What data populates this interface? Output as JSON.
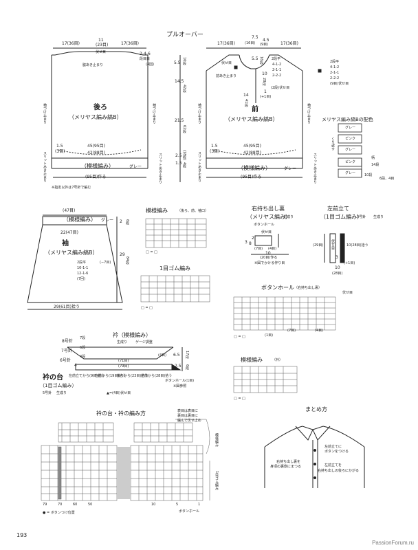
{
  "title": "プルオーバー",
  "back": {
    "w_left": "17(36目)",
    "w_mid": "11",
    "w_mid2": "(23目)",
    "w_right": "17(36目)",
    "fuse": "伏せ目",
    "shoulder_dec": "2-4-6",
    "shoulder_dec2": "段目目",
    "shoulder_dec3": "(4回)",
    "measure_55": "5.5",
    "measure_16": "16段",
    "measure_145": "14.5",
    "measure_42": "42段",
    "measure_215": "21.5",
    "measure_62": "62段",
    "measure_25": "2.5",
    "measure_18": "(18段)",
    "measure_15b": "1.5",
    "measure_4b": "4段",
    "seam_mark": "脇あき止まり",
    "side_mark_l": "袖つけ止まり",
    "side_mark_r": "袖つけ止まり",
    "title": "後ろ",
    "subtitle": "（メリヤス編み縞B）",
    "hem_15": "1.5",
    "hem_3": "(3目)",
    "hem_45": "45(95目)",
    "hem_42": "42(88目)",
    "slit_l": "スリットあき止まり",
    "slit_r": "スリットあき止まり",
    "rib": "（模様編み）",
    "rib_color": "グレー",
    "total": "(95目)作る",
    "note": "※指定以外は7号針で編む"
  },
  "front": {
    "w_left": "17(36目)",
    "w_75": "7.5",
    "w_16": "(16目)",
    "w_45": "4.5",
    "w_9": "(9目)",
    "w_right": "17(36目)",
    "neck_55": "5.5",
    "neck_16": "16段",
    "neck_10": "10",
    "neck_28": "28段",
    "neck_dec": "2段平",
    "neck_dec2": "4-1-2",
    "neck_dec3": "2-1-1",
    "neck_dec4": "2-2-2",
    "neck_dec5": "(2段)伏せ目",
    "neck_14": "14",
    "neck_41": "41段",
    "neck_l": "1",
    "neck_l2": "(+1目)",
    "btn_hole": "前あき止まり",
    "fuse": "伏せ目",
    "shoulder_legend": "2段平",
    "shoulder_legend2": "4-1-2",
    "shoulder_legend3": "2-1-1",
    "shoulder_legend4": "2-2-2",
    "shoulder_legend5": "(9目)伏せ目",
    "title": "前",
    "subtitle": "（メリヤス編み縞B）",
    "hem_15": "1.5",
    "hem_3": "(3目)",
    "hem_45": "45(95目)",
    "hem_42": "42(88目)",
    "rib": "（模様編み）",
    "rib_color": "グレー",
    "total": "(95目)作る",
    "side_mark_l": "袖つけ止まり",
    "side_mark_r": "袖つけ止まり",
    "slit_l": "スリットあき止まり",
    "slit_r": "スリットあき止まり"
  },
  "stripe": {
    "title": "メリヤス編み縞Bの配色",
    "rows": [
      "グレー",
      "ピンク",
      "グレー",
      "ピンク",
      "グレー"
    ],
    "side": "くり返す",
    "note_14": "14段",
    "note_10": "10段",
    "note_2": "2段",
    "label_pat": "柄",
    "note_end": "6段、4目"
  },
  "sleeve": {
    "w": "(47目)",
    "rib": "（模様編み）",
    "rib_color": "グレー",
    "w_inner": "22(47目)",
    "title": "袖",
    "subtitle": "（メリヤス編み縞B）",
    "m_2": "2",
    "m_6": "6段",
    "m_29": "29",
    "m_84": "84段",
    "m_78": "(−7目)",
    "inc1": "2段平",
    "inc2": "10-1-1",
    "inc3": "12-1-6",
    "inc4": "(7回)",
    "bottom": "29(61目)拾う"
  },
  "pattern1": {
    "title": "模様編み",
    "sub": "（後ろ、前、袖口）",
    "legend": "□ = □"
  },
  "rib1": {
    "title": "1目ゴム編み",
    "legend": "□ = □"
  },
  "placket_r": {
    "title": "右持ち出し裏",
    "sub": "（メリヤス編み）",
    "color": "生成り",
    "btn": "ボタンホール",
    "fuse": "伏せ目",
    "m_2": "2",
    "m_3": "3",
    "m_8": "8",
    "w1": "(7目)",
    "w2": "(4目)",
    "w3": "(20目)作る",
    "w_10": "10",
    "note": "※図でかける作り目"
  },
  "placket_l": {
    "title": "左前立て",
    "sub": "（1目ゴム編み）",
    "needle": "5号針",
    "color": "生成り",
    "fuse": "伏せ目",
    "m_29": "(29目)",
    "m_10": "10(28目)拾う",
    "m_3": "3",
    "m_10b": "10",
    "m_1": "(+1目)",
    "m_28": "(28目)"
  },
  "buttonhole": {
    "title": "ボタンホール",
    "sub": "（右持ち出し裏）",
    "fuse": "伏せ目",
    "r1": "(1目)",
    "r7": "(7目)",
    "r4": "(4目)",
    "legend": "□ = □"
  },
  "collar": {
    "title": "衿（模様編み）",
    "color": "生成り",
    "gauge": "ゲージ調整",
    "n8": "8号針",
    "n7": "7号針",
    "n6": "6号針",
    "s7": "7段",
    "s6": "6段",
    "s4": "4段",
    "s4b": "4",
    "m_65": "6.5",
    "m_17": "17段",
    "m_4": "(4目)",
    "w_71": "(71目)",
    "w_79": "(79目)",
    "base_title": "衿の台",
    "base_sub": "（1目ゴム編み）",
    "base_needle": "5号針",
    "base_color": "生成り",
    "m_25": "2.5",
    "m_6": "6段",
    "m_1": "1",
    "p1": "左前立てから(9目)拾う",
    "p2": "左前から(19目)拾う",
    "p3": "後ろから(23目)拾う",
    "p4": "右前から(28目)拾う",
    "btnhole": "ボタンホール(1目)",
    "ref": "※図参照",
    "fuse": "▲=(4目)伏せ目"
  },
  "pattern2": {
    "title": "模様編み",
    "sub": "（衿）",
    "legend": "□ = □"
  },
  "collar_knit": {
    "title": "衿の台・衿の編み方",
    "note1": "表目は表目に",
    "note2": "裏目は裏目に",
    "note3": "編んで伏せ止め",
    "label_pat": "模様編み",
    "label_rib": "1目ゴム編み",
    "col": [
      "79",
      "70",
      "60",
      "50"
    ],
    "col2": [
      "10",
      "5",
      "1"
    ],
    "btn": "ボタンホール",
    "legend": "● = ボタンつけ位置"
  },
  "finish": {
    "title": "まとめ方",
    "note1": "左前立てに",
    "note2": "ボタンをつける",
    "note3": "右持ち出し裏を",
    "note4": "身頃の裏側にまつる",
    "note5": "左前立てを",
    "note6": "右持ち出しの後ろにかがる"
  },
  "page_num": "193",
  "watermark": "PassionForum.ru"
}
